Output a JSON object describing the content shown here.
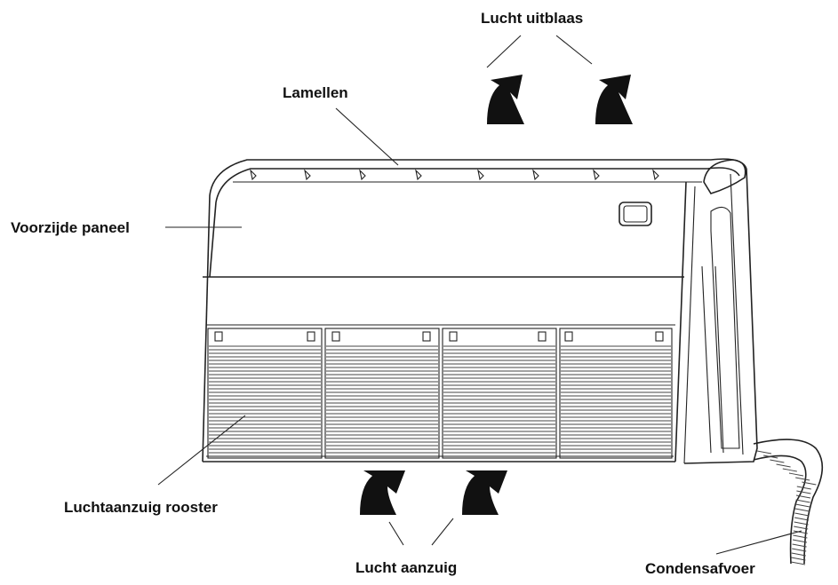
{
  "labels": {
    "outlet": "Lucht uitblaas",
    "louvres": "Lamellen",
    "front_panel": "Voorzijde paneel",
    "intake_grille": "Luchtaanzuig rooster",
    "intake": "Lucht aanzuig",
    "drain": "Condensafvoer"
  },
  "icons": {
    "airflow": "curved-arrow-icon"
  },
  "colors": {
    "line": "#222222",
    "arrow": "#111111",
    "background": "#ffffff"
  }
}
